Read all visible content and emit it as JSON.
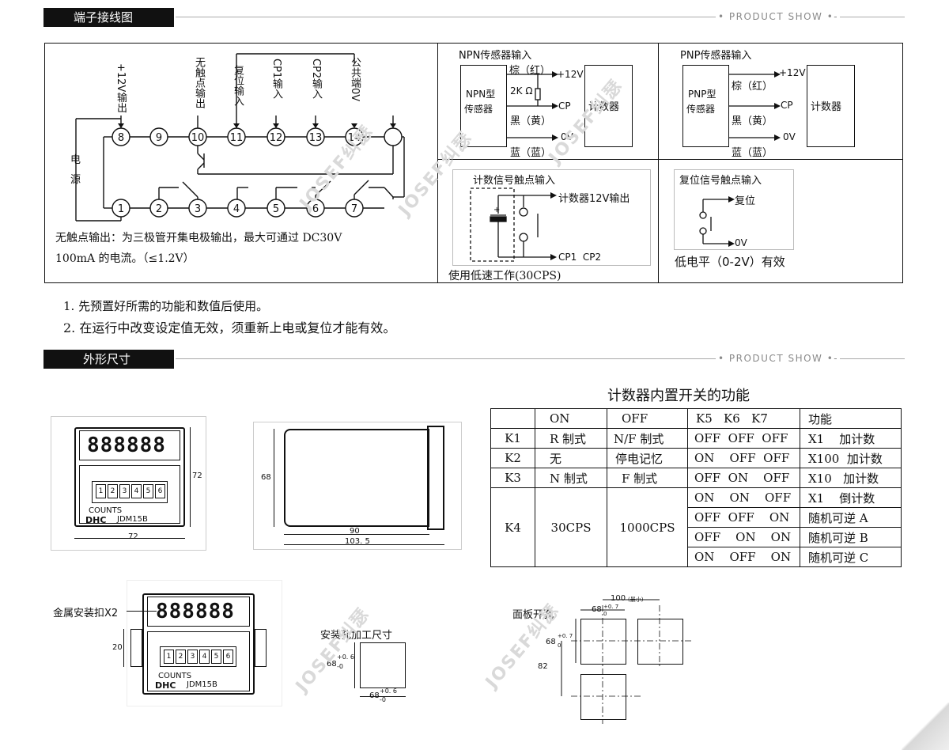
{
  "brand": {
    "tagline": "• PRODUCT SHOW •-",
    "watermark": "JOSEF纠瑟"
  },
  "section1": {
    "title": "端子接线图"
  },
  "section2": {
    "title": "外形尺寸"
  },
  "wiring": {
    "top_labels": [
      "+12V输出",
      "无触点输出",
      "复位输入",
      "CP1输入",
      "CP2输入",
      "公共端0V"
    ],
    "power_label": [
      "电",
      "源"
    ],
    "terminals_top": [
      "8",
      "9",
      "10",
      "11",
      "12",
      "13",
      "14"
    ],
    "terminals_bottom": [
      "1",
      "2",
      "3",
      "4",
      "5",
      "6",
      "7"
    ],
    "note_line1": "无触点输出：为三极管开集电极输出，最大可通过 DC30V",
    "note_line2": "100mA 的电流。（≤1.2V）"
  },
  "npn": {
    "title": "NPN传感器输入",
    "sensor": [
      "NPN型",
      "传感器"
    ],
    "brown": "棕（红）",
    "v12": "+12V",
    "res": "2K Ω",
    "cp": "CP",
    "black": "黑（黄）",
    "ov": "0V",
    "blue": "蓝（蓝）",
    "counter": "计数器"
  },
  "pnp": {
    "title": "PNP传感器输入",
    "sensor": [
      "PNP型",
      "传感器"
    ],
    "brown": "棕（红）",
    "v12": "+12V",
    "cp": "CP",
    "black": "黑（黄）",
    "ov": "0V",
    "blue": "蓝（蓝）",
    "counter": "计数器"
  },
  "contact": {
    "title": "计数信号触点输入",
    "out": "计数器12V输出",
    "cp": "CP1  CP2",
    "note": "使用低速工作(30CPS)"
  },
  "reset": {
    "title": "复位信号触点输入",
    "reset": "复位",
    "ov": "0V",
    "note": "低电平（0-2V）有效"
  },
  "notes": [
    "1. 先预置好所需的功能和数值后使用。",
    "2. 在运行中改变设定值无效，须重新上电或复位才能有效。"
  ],
  "device": {
    "display": "888888",
    "counts": "COUNTS",
    "brand": "DHC",
    "model": "JDM15B",
    "dip": [
      "1",
      "2",
      "3",
      "4",
      "5",
      "6"
    ]
  },
  "dims": {
    "w72": "72",
    "h72": "72",
    "h68": "68",
    "d90": "90",
    "d103": "103. 5",
    "h20": "20",
    "bracket_label": "金属安装扣X2"
  },
  "hole": {
    "title": "安装孔加工尺寸",
    "h": "68",
    "w": "68",
    "tol_up": "+0. 6",
    "tol_dn": "-0",
    "tol_up2": "+0. 6",
    "tol_dn2": "-0"
  },
  "panel": {
    "title": "面板开孔",
    "w100": "100",
    "min": "(最小)",
    "w68": "68",
    "tolw": "+0. 7",
    "h68": "68",
    "tolh": "+0. 7",
    "h82": "82",
    "sub0": "0"
  },
  "table": {
    "title": "计数器内置开关的功能",
    "header": [
      "",
      "ON",
      "OFF",
      "K5   K6   K7",
      "功能"
    ],
    "rows": [
      [
        "K1",
        "R 制式",
        "N/F 制式",
        "OFF  OFF  OFF",
        "X1    加计数"
      ],
      [
        "K2",
        "无",
        "停电记忆",
        "ON    OFF  OFF",
        "X100  加计数"
      ],
      [
        "K3",
        "N 制式",
        "F 制式",
        "OFF  ON    OFF",
        "X10   加计数"
      ]
    ],
    "k4": {
      "name": "K4",
      "on": "30CPS",
      "off": "1000CPS",
      "rows": [
        [
          "ON    ON    OFF",
          "X1    倒计数"
        ],
        [
          "OFF  OFF    ON",
          "随机可逆 A"
        ],
        [
          "OFF    ON    ON",
          "随机可逆 B"
        ],
        [
          "ON    OFF    ON",
          "随机可逆 C"
        ]
      ]
    }
  }
}
